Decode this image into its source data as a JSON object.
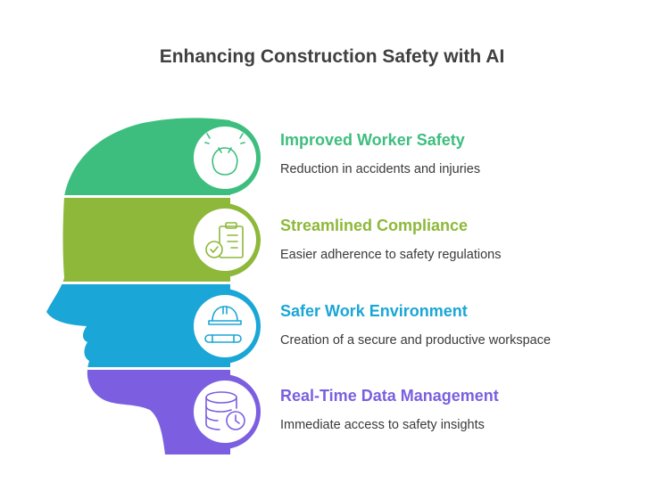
{
  "title": "Enhancing Construction Safety with AI",
  "items": [
    {
      "title": "Improved Worker Safety",
      "description": "Reduction in accidents and injuries",
      "color": "#3DBE7E",
      "icon": "worker-head-icon"
    },
    {
      "title": "Streamlined Compliance",
      "description": "Easier adherence to safety regulations",
      "color": "#8DB83A",
      "icon": "checklist-icon"
    },
    {
      "title": "Safer Work Environment",
      "description": "Creation of a secure and productive workspace",
      "color": "#1AA6D6",
      "icon": "hard-hat-icon"
    },
    {
      "title": "Real-Time Data Management",
      "description": "Immediate access to safety insights",
      "color": "#7B5FE0",
      "icon": "database-clock-icon"
    }
  ]
}
